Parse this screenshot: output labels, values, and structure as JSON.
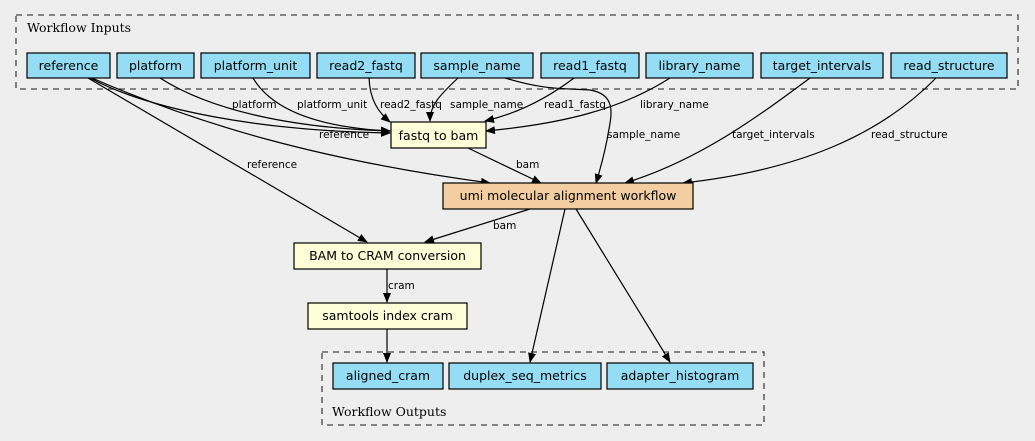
{
  "colors": {
    "background": "#eeeeee",
    "io_node": "#94ddf4",
    "step_node": "#fdfdd8",
    "subworkflow_node": "#f3cea1",
    "border": "#000000",
    "cluster_border": "#444444"
  },
  "clusters": {
    "inputs": {
      "label": "Workflow Inputs"
    },
    "outputs": {
      "label": "Workflow Outputs"
    }
  },
  "nodes": {
    "reference": {
      "label": "reference",
      "kind": "input"
    },
    "platform": {
      "label": "platform",
      "kind": "input"
    },
    "platform_unit": {
      "label": "platform_unit",
      "kind": "input"
    },
    "read2_fastq": {
      "label": "read2_fastq",
      "kind": "input"
    },
    "sample_name": {
      "label": "sample_name",
      "kind": "input"
    },
    "read1_fastq": {
      "label": "read1_fastq",
      "kind": "input"
    },
    "library_name": {
      "label": "library_name",
      "kind": "input"
    },
    "target_intervals": {
      "label": "target_intervals",
      "kind": "input"
    },
    "read_structure": {
      "label": "read_structure",
      "kind": "input"
    },
    "fastq_to_bam": {
      "label": "fastq to bam",
      "kind": "step"
    },
    "umi_workflow": {
      "label": "umi molecular alignment workflow",
      "kind": "subworkflow"
    },
    "bam_to_cram": {
      "label": "BAM to CRAM conversion",
      "kind": "step"
    },
    "samtools_index": {
      "label": "samtools index cram",
      "kind": "step"
    },
    "aligned_cram": {
      "label": "aligned_cram",
      "kind": "output"
    },
    "duplex_seq_metrics": {
      "label": "duplex_seq_metrics",
      "kind": "output"
    },
    "adapter_histogram": {
      "label": "adapter_histogram",
      "kind": "output"
    }
  },
  "edges": [
    {
      "from": "platform",
      "to": "fastq_to_bam",
      "label": "platform"
    },
    {
      "from": "platform_unit",
      "to": "fastq_to_bam",
      "label": "platform_unit"
    },
    {
      "from": "read2_fastq",
      "to": "fastq_to_bam",
      "label": "read2_fastq"
    },
    {
      "from": "sample_name",
      "to": "fastq_to_bam",
      "label": "sample_name"
    },
    {
      "from": "read1_fastq",
      "to": "fastq_to_bam",
      "label": "read1_fastq"
    },
    {
      "from": "library_name",
      "to": "fastq_to_bam",
      "label": "library_name"
    },
    {
      "from": "reference",
      "to": "fastq_to_bam",
      "label": "reference"
    },
    {
      "from": "sample_name",
      "to": "umi_workflow",
      "label": "sample_name"
    },
    {
      "from": "target_intervals",
      "to": "umi_workflow",
      "label": "target_intervals"
    },
    {
      "from": "read_structure",
      "to": "umi_workflow",
      "label": "read_structure"
    },
    {
      "from": "fastq_to_bam",
      "to": "umi_workflow",
      "label": "bam"
    },
    {
      "from": "reference",
      "to": "umi_workflow",
      "label": ""
    },
    {
      "from": "reference",
      "to": "bam_to_cram",
      "label": "reference"
    },
    {
      "from": "umi_workflow",
      "to": "bam_to_cram",
      "label": "bam"
    },
    {
      "from": "bam_to_cram",
      "to": "samtools_index",
      "label": "cram"
    },
    {
      "from": "samtools_index",
      "to": "aligned_cram",
      "label": ""
    },
    {
      "from": "umi_workflow",
      "to": "duplex_seq_metrics",
      "label": ""
    },
    {
      "from": "umi_workflow",
      "to": "adapter_histogram",
      "label": ""
    }
  ]
}
